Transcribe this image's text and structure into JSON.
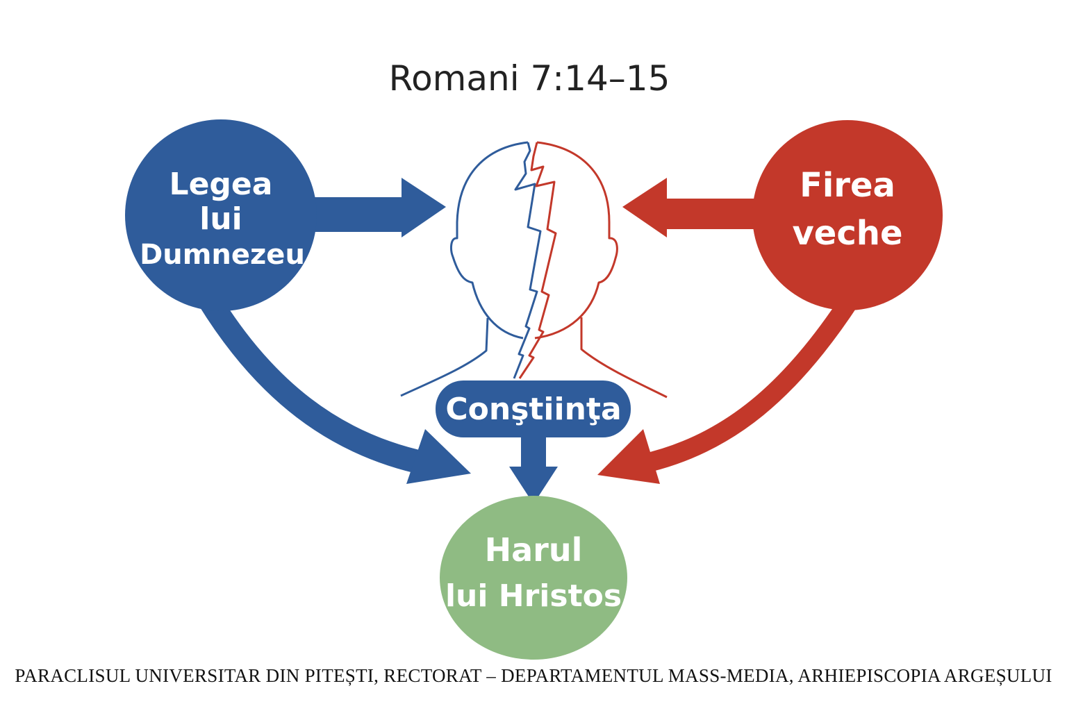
{
  "title": "Romani 7:14–15",
  "nodes": {
    "law": {
      "lines": [
        "Legea",
        "lui",
        "Dumnezeu"
      ],
      "color": "#2f5c9b"
    },
    "old_nature": {
      "lines": [
        "Firea",
        "veche"
      ],
      "color": "#c3382a"
    },
    "conscience": {
      "label": "Conştiinţa",
      "color": "#2f5c9b"
    },
    "grace": {
      "lines": [
        "Harul",
        "lui Hristos"
      ],
      "color": "#8fbb83"
    }
  },
  "footer": "PARACLISUL UNIVERSITAR DIN PITEȘTI, RECTORAT – DEPARTAMENTUL MASS-MEDIA, ARHIEPISCOPIA ARGEȘULUI"
}
